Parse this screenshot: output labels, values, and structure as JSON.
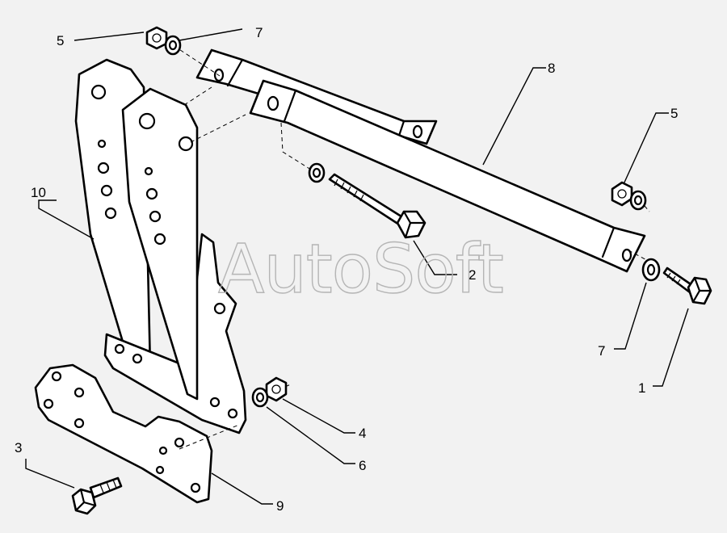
{
  "watermark": "AutoSoft",
  "callouts": {
    "c1": "1",
    "c2": "2",
    "c3": "3",
    "c4": "4",
    "c5a": "5",
    "c5b": "5",
    "c6": "6",
    "c7a": "7",
    "c7b": "7",
    "c8": "8",
    "c9": "9",
    "c10": "10"
  },
  "colors": {
    "background": "#f2f2f2",
    "line": "#000000",
    "watermark": "#b5b5b5"
  }
}
